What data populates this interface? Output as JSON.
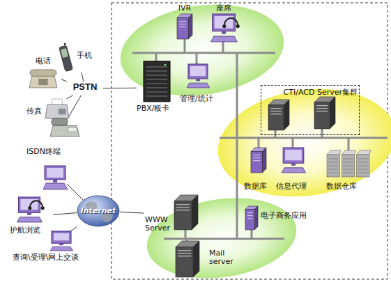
{
  "diagram": {
    "nodes": [
      {
        "text": [
          "手机"
        ]
      },
      {
        "text": [
          "电话"
        ]
      },
      {
        "text": [
          "PSTN"
        ]
      },
      {
        "text": [
          "传真"
        ]
      },
      {
        "text": [
          "ISDN终端"
        ]
      },
      {
        "text": [
          "Internet"
        ]
      },
      {
        "text": [
          "护航浏览"
        ]
      },
      {
        "text": [
          "查询\\受理\\网上交谈"
        ]
      },
      {
        "text": [
          "IVR"
        ]
      },
      {
        "text": [
          "座席"
        ]
      },
      {
        "text": [
          "PBX/板卡"
        ]
      },
      {
        "text": [
          "管理/统计"
        ]
      },
      {
        "text": [
          "CTI/ACD Server集群"
        ]
      },
      {
        "text": [
          "数据库"
        ]
      },
      {
        "text": [
          "信息代理"
        ]
      },
      {
        "text": [
          "数据仓库"
        ]
      },
      {
        "text": [
          "WWW Server"
        ]
      },
      {
        "text": [
          "电子商务应用"
        ]
      },
      {
        "text": [
          "Mail server"
        ]
      }
    ],
    "edges": [
      {
        "from": 0,
        "to": 2,
        "arrow": "none"
      },
      {
        "from": 1,
        "to": 2,
        "arrow": "none"
      },
      {
        "from": 3,
        "to": 2,
        "arrow": "none"
      },
      {
        "from": 4,
        "to": 2,
        "arrow": "none"
      },
      {
        "from": 2,
        "to": 10,
        "arrow": "none"
      },
      {
        "from": 6,
        "to": 5,
        "arrow": "none"
      },
      {
        "from": 7,
        "to": 5,
        "arrow": "none"
      },
      {
        "from": 5,
        "to": 16,
        "arrow": "none"
      }
    ]
  }
}
